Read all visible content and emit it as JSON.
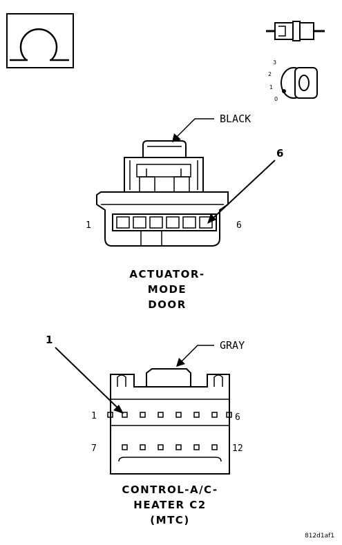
{
  "top_connector": {
    "wire_color": "BLACK",
    "callout": "6",
    "pin_left": "1",
    "pin_right": "6",
    "title_lines": [
      "ACTUATOR-",
      "MODE",
      "DOOR"
    ]
  },
  "bottom_connector": {
    "wire_color": "GRAY",
    "callout": "1",
    "row1_left": "1",
    "row1_right": "6",
    "row2_left": "7",
    "row2_right": "12",
    "title_lines": [
      "CONTROL-A/C-",
      "HEATER C2",
      "(MTC)"
    ]
  },
  "ignition_icon": {
    "positions": [
      "3",
      "2",
      "1",
      "0"
    ]
  },
  "figure_id": "812d1af1"
}
